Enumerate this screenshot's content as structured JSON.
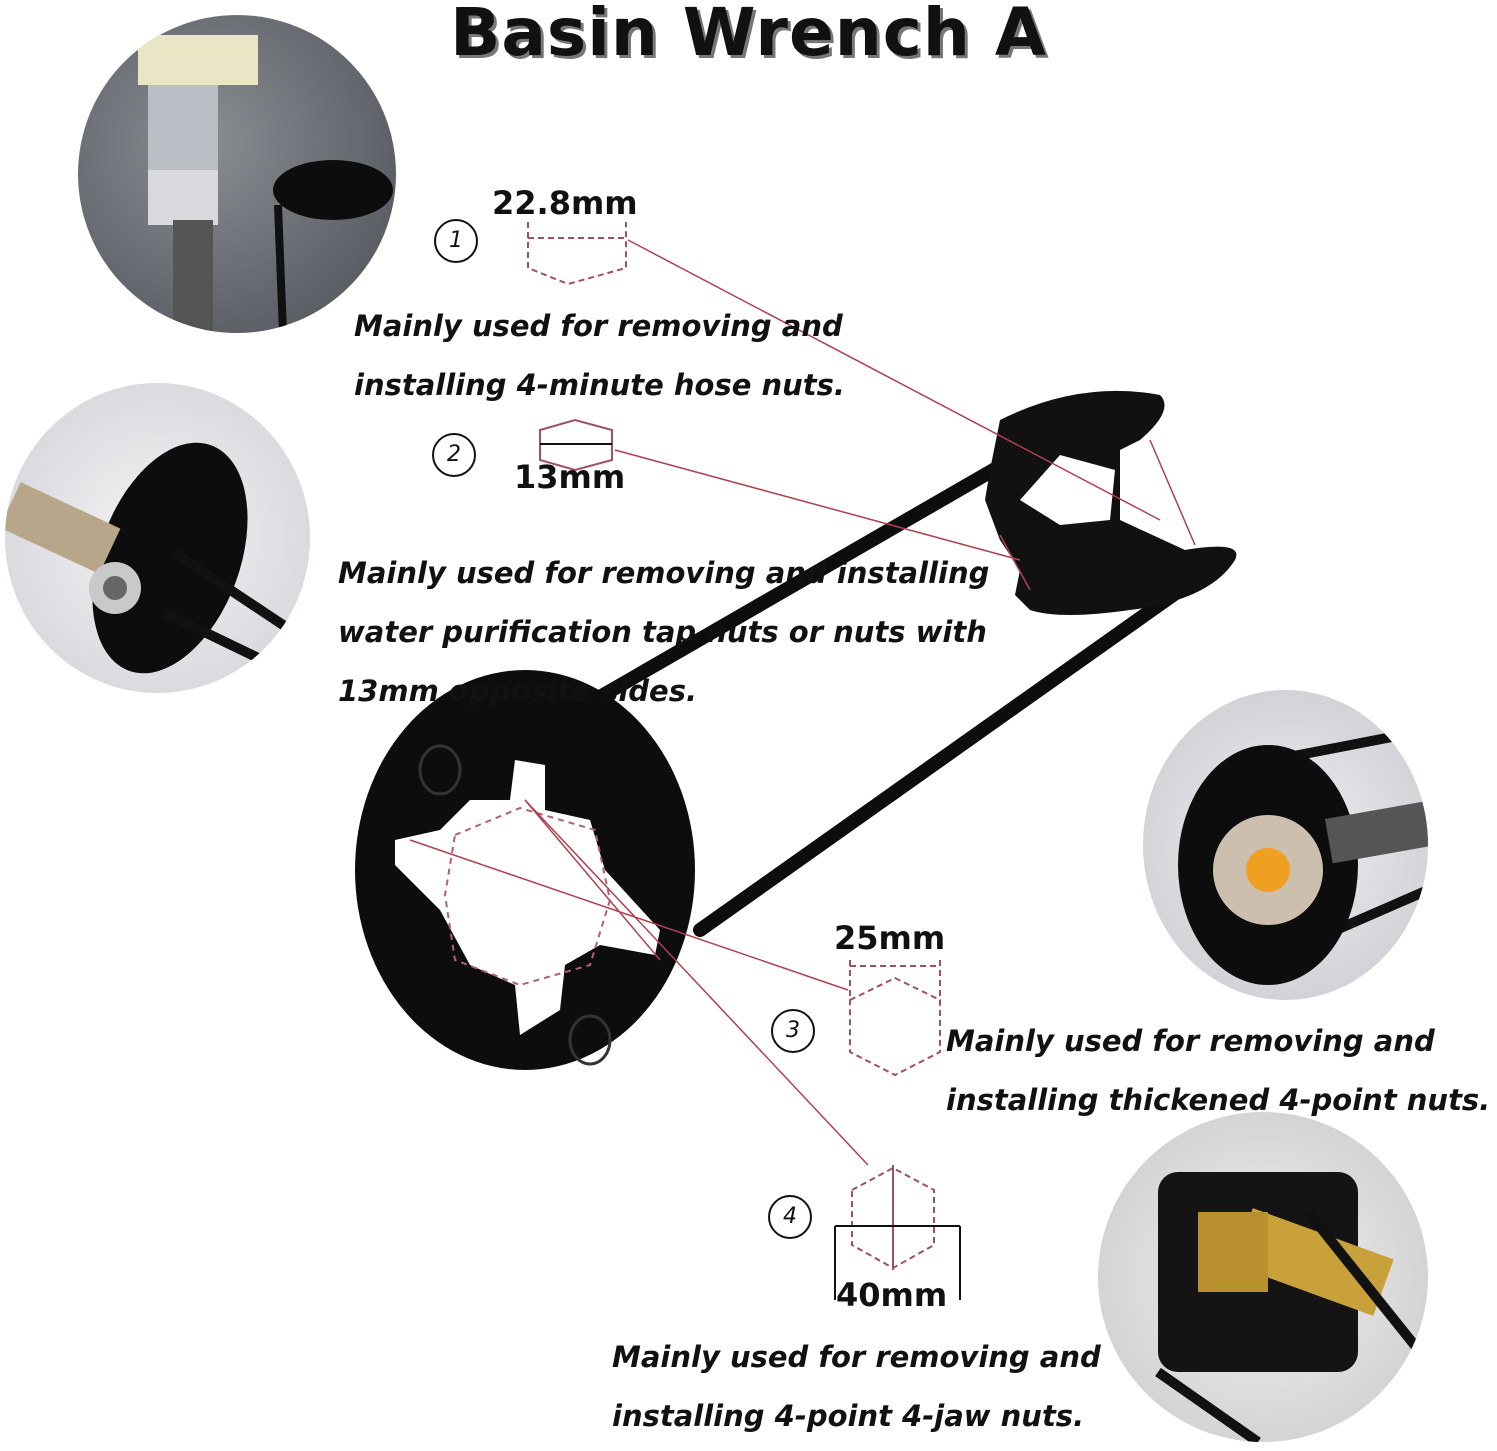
{
  "title": "Basin Wrench A",
  "callouts": [
    {
      "number": "1",
      "size": "22.8mm",
      "lines": [
        "Mainly used for removing and",
        "installing 4-minute hose nuts."
      ]
    },
    {
      "number": "2",
      "size": "13mm",
      "lines": [
        "Mainly used for removing and installing",
        "water purification tap nuts or nuts with",
        "13mm opposite sides."
      ]
    },
    {
      "number": "3",
      "size": "25mm",
      "lines": [
        "Mainly used for removing and",
        "installing thickened 4-point nuts."
      ]
    },
    {
      "number": "4",
      "size": "40mm",
      "lines": [
        "Mainly used for removing and",
        "installing 4-point 4-jaw nuts."
      ]
    }
  ],
  "colors": {
    "tool": "#0d0d0d",
    "leader": "#b04050",
    "dashed": "#a05060",
    "brass": "#c9a13a"
  },
  "icons": [
    "hex-nut-outline-icon",
    "circle-number-icon"
  ]
}
